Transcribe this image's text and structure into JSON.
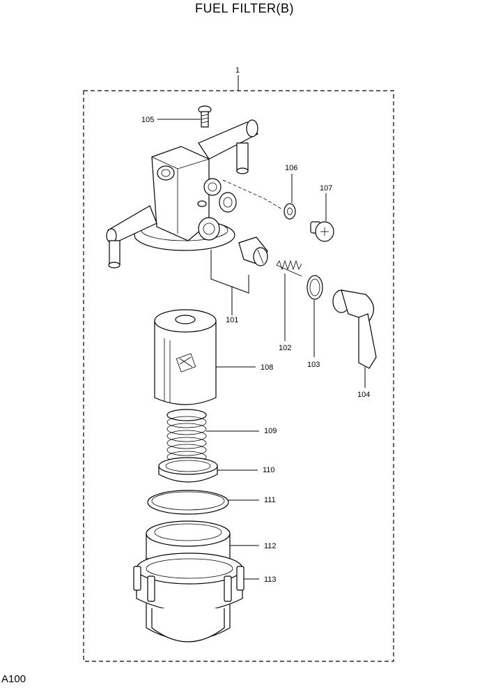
{
  "title": "FUEL FILTER(B)",
  "page_ref": "A100",
  "assembly_callout": "1",
  "callouts": {
    "p101": "101",
    "p102": "102",
    "p103": "103",
    "p104": "104",
    "p105": "105",
    "p106": "106",
    "p107": "107",
    "p108": "108",
    "p109": "109",
    "p110": "110",
    "p111": "111",
    "p112": "112",
    "p113": "113"
  }
}
